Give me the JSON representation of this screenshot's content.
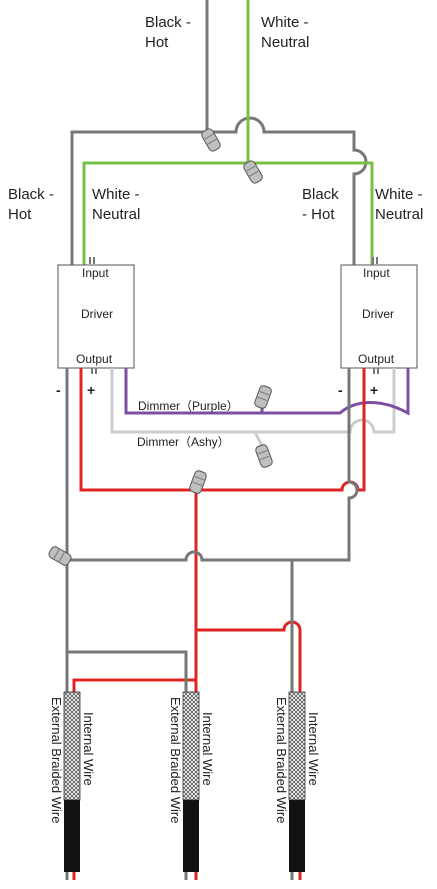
{
  "colors": {
    "hot": "#777777",
    "neutral": "#76c043",
    "dimmer_purple": "#7d4fa3",
    "dimmer_ashy": "#cccccc",
    "positive": "#e02424",
    "negative": "#777777",
    "cable_jacket": "#111111",
    "braid": "#9a9a9a",
    "connector": "#bfbfbf"
  },
  "supply": {
    "hot_label_line1": "Black -",
    "hot_label_line2": "Hot",
    "neutral_label_line1": "White -",
    "neutral_label_line2": "Neutral"
  },
  "driver_left": {
    "hot_label_line1": "Black -",
    "hot_label_line2": "Hot",
    "neutral_label_line1": "White -",
    "neutral_label_line2": "Neutral",
    "input": "Input",
    "name": "Driver",
    "output": "Output",
    "minus": "-",
    "plus": "+"
  },
  "driver_right": {
    "hot_label_line1": "Black",
    "hot_label_line2": "- Hot",
    "neutral_label_line1": "White -",
    "neutral_label_line2": "Neutral",
    "input": "Input",
    "name": "Driver",
    "output": "Output",
    "minus": "-",
    "plus": "+"
  },
  "dimmers": {
    "purple": "Dimmer（Purple）",
    "ashy": "Dimmer（Ashy）"
  },
  "cables": [
    {
      "braid_label": "External Braided Wire",
      "inner_label": "Internal Wire"
    },
    {
      "braid_label": "External Braided Wire",
      "inner_label": "Internal Wire"
    },
    {
      "braid_label": "External Braided Wire",
      "inner_label": "Internal Wire"
    }
  ]
}
